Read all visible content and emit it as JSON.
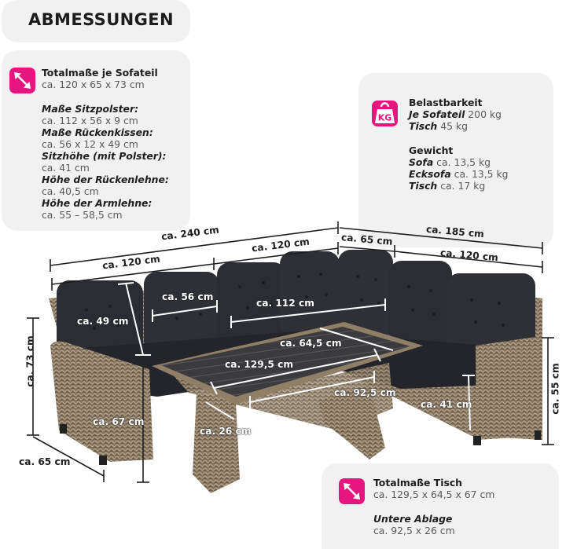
{
  "title": "ABMESSUNGEN",
  "sofa_info": {
    "icon": "diagonal-arrow-icon",
    "heading": "Totalmaße je Sofateil",
    "total": "ca. 120 x 65 x 73 cm",
    "items": [
      {
        "label": "Maße Sitzpolster:",
        "value": "ca. 112 x 56 x 9 cm"
      },
      {
        "label": "Maße Rückenkissen:",
        "value": "ca. 56 x 12 x 49 cm"
      },
      {
        "label": "Sitzhöhe (mit Polster):",
        "value": "ca. 41 cm"
      },
      {
        "label": "Höhe der Rückenlehne:",
        "value": "ca. 40,5 cm"
      },
      {
        "label": "Höhe der Armlehne:",
        "value": "ca. 55 – 58,5 cm"
      }
    ]
  },
  "load_info": {
    "icon": "weight-kg-icon",
    "icon_text": "KG",
    "heading": "Belastbarkeit",
    "load_items": [
      {
        "label": "Je Sofateil",
        "value": "200 kg"
      },
      {
        "label": "Tisch",
        "value": "45 kg"
      }
    ],
    "weight_heading": "Gewicht",
    "weight_items": [
      {
        "label": "Sofa",
        "value": "ca. 13,5 kg"
      },
      {
        "label": "Ecksofa",
        "value": "ca. 13,5 kg"
      },
      {
        "label": "Tisch",
        "value": "ca. 17 kg"
      }
    ]
  },
  "table_info": {
    "icon": "diagonal-arrow-icon",
    "heading": "Totalmaße Tisch",
    "total": "ca. 129,5 x 64,5 x 67 cm",
    "shelf_label": "Untere Ablage",
    "shelf_value": "ca. 92,5 x 26 cm"
  },
  "dimensions": {
    "total_width": "ca. 240 cm",
    "sofa_left_width": "ca. 120 cm",
    "sofa_middle_width": "ca. 120 cm",
    "corner_depth": "ca. 65 cm",
    "right_total": "ca. 185 cm",
    "right_width": "ca. 120 cm",
    "height_total": "ca. 73 cm",
    "depth": "ca. 65 cm",
    "backrest_cushion_height": "ca. 49 cm",
    "backrest_cushion_width": "ca. 56 cm",
    "seat_cushion_width": "ca. 112 cm",
    "table_depth": "ca. 64,5 cm",
    "table_width": "ca. 129,5 cm",
    "table_height": "ca. 67 cm",
    "shelf_width": "ca. 92,5 cm",
    "shelf_depth": "ca. 26 cm",
    "seat_height": "ca. 41 cm",
    "armrest_height": "ca. 55 cm"
  },
  "colors": {
    "accent": "#e6167e",
    "panel": "#f1f1f1",
    "cushion": "#2b2d33",
    "rattan": "#8a7a63",
    "tabletop": "#3a3a3c"
  }
}
